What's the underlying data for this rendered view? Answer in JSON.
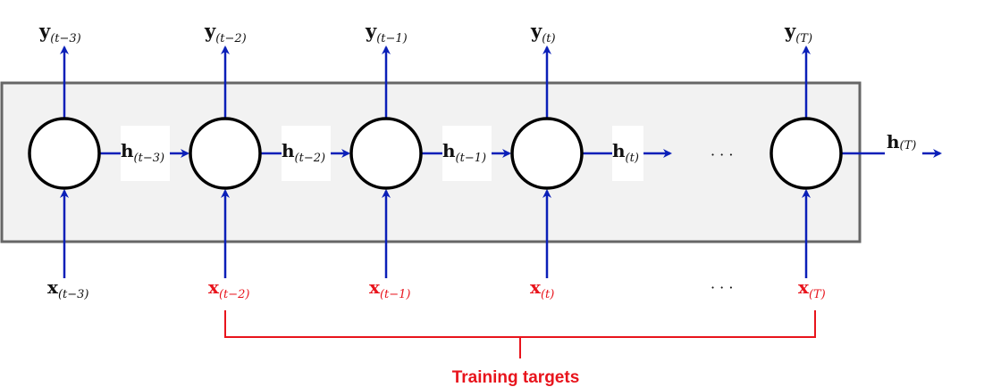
{
  "outputs": [
    {
      "var": "y",
      "sub": "(t−3)"
    },
    {
      "var": "y",
      "sub": "(t−2)"
    },
    {
      "var": "y",
      "sub": "(t−1)"
    },
    {
      "var": "y",
      "sub": "(t)"
    },
    {
      "var": "y",
      "sub": "(T)"
    }
  ],
  "inputs": [
    {
      "var": "x",
      "sub": "(t−3)"
    },
    {
      "var": "x",
      "sub": "(t−2)"
    },
    {
      "var": "x",
      "sub": "(t−1)"
    },
    {
      "var": "x",
      "sub": "(t)"
    },
    {
      "var": "x",
      "sub": "(T)"
    }
  ],
  "hidden": [
    {
      "var": "h",
      "sub": "(t−3)"
    },
    {
      "var": "h",
      "sub": "(t−2)"
    },
    {
      "var": "h",
      "sub": "(t−1)"
    },
    {
      "var": "h",
      "sub": "(t)"
    },
    {
      "var": "h",
      "sub": "(T)"
    }
  ],
  "ellipsis": "· · ·",
  "caption": "Training targets",
  "colors": {
    "arrow": "#0a1fb8",
    "highlight": "#e8141c",
    "text": "#111111",
    "box_fill": "#f2f2f2",
    "box_stroke": "#666666",
    "node_stroke": "#000000"
  }
}
